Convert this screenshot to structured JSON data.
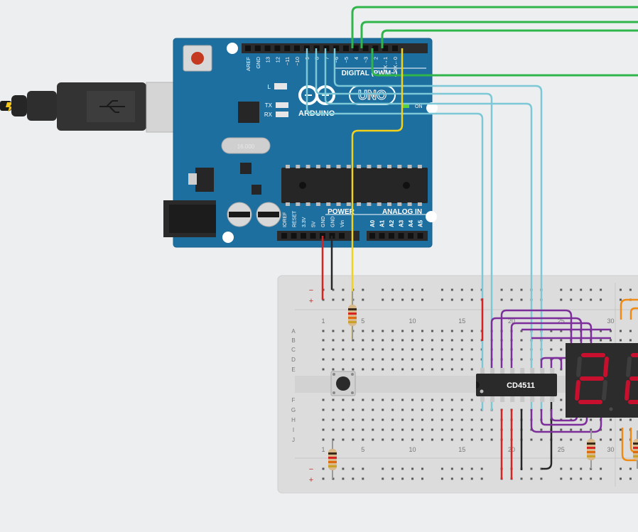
{
  "arduino": {
    "brand": "ARDUINO",
    "model": "UNO",
    "digital_label": "DIGITAL (PWM~)",
    "power_label": "POWER",
    "analog_label": "ANALOG IN",
    "on_label": "ON",
    "led_l": "L",
    "led_tx": "TX",
    "led_rx": "RX",
    "crystal": "16.000",
    "top_pins": [
      "AREF",
      "GND",
      "13",
      "12",
      "~11",
      "~10",
      "~9",
      "8",
      "7",
      "~6",
      "~5",
      "4",
      "~3",
      "2",
      "TX→1",
      "RX←0"
    ],
    "power_pins": [
      "IOREF",
      "RESET",
      "3.3V",
      "5V",
      "GND",
      "GND",
      "Vin"
    ],
    "analog_pins": [
      "A0",
      "A1",
      "A2",
      "A3",
      "A4",
      "A5"
    ]
  },
  "breadboard": {
    "rows": [
      "A",
      "B",
      "C",
      "D",
      "E",
      "F",
      "G",
      "H",
      "I",
      "J"
    ],
    "col_numbers": [
      "1",
      "5",
      "10",
      "15",
      "20",
      "25",
      "30"
    ],
    "rail_minus": "−",
    "rail_plus": "+"
  },
  "chip": {
    "label": "CD4511"
  },
  "display": {
    "digit": "2"
  },
  "colors": {
    "board": "#1d6fa0",
    "wire_cyan": "#7dc8d6",
    "wire_green": "#2fb54a",
    "wire_purple": "#7c2f9a",
    "wire_yellow": "#f2d21a",
    "wire_red": "#d92323",
    "wire_black": "#262626",
    "wire_orange": "#f08a12",
    "segment_on": "#c8102e"
  }
}
